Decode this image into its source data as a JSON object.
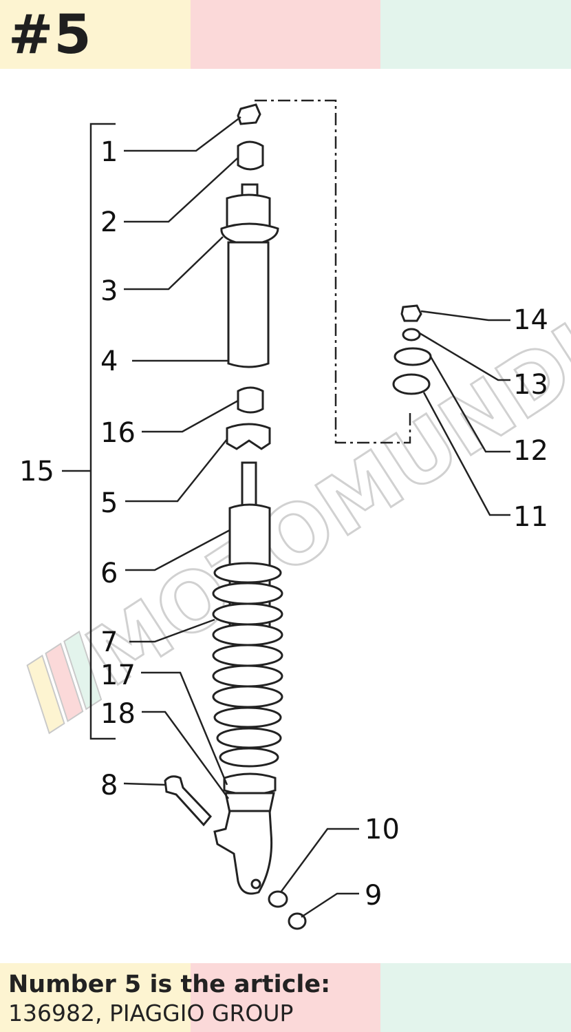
{
  "header": {
    "title": "#5"
  },
  "watermark": {
    "text": "MOTOMUNDIA"
  },
  "diagram": {
    "callouts": [
      "1",
      "2",
      "3",
      "4",
      "16",
      "5",
      "6",
      "7",
      "17",
      "18",
      "8",
      "15",
      "14",
      "13",
      "12",
      "11",
      "10",
      "9"
    ]
  },
  "caption": {
    "title": "Number 5 is the article:",
    "subtitle": "136982, PIAGGIO GROUP"
  },
  "colors": {
    "band_yellow": "#fdf4d1",
    "band_pink": "#fbd9d9",
    "band_mint": "#e3f4ec"
  }
}
